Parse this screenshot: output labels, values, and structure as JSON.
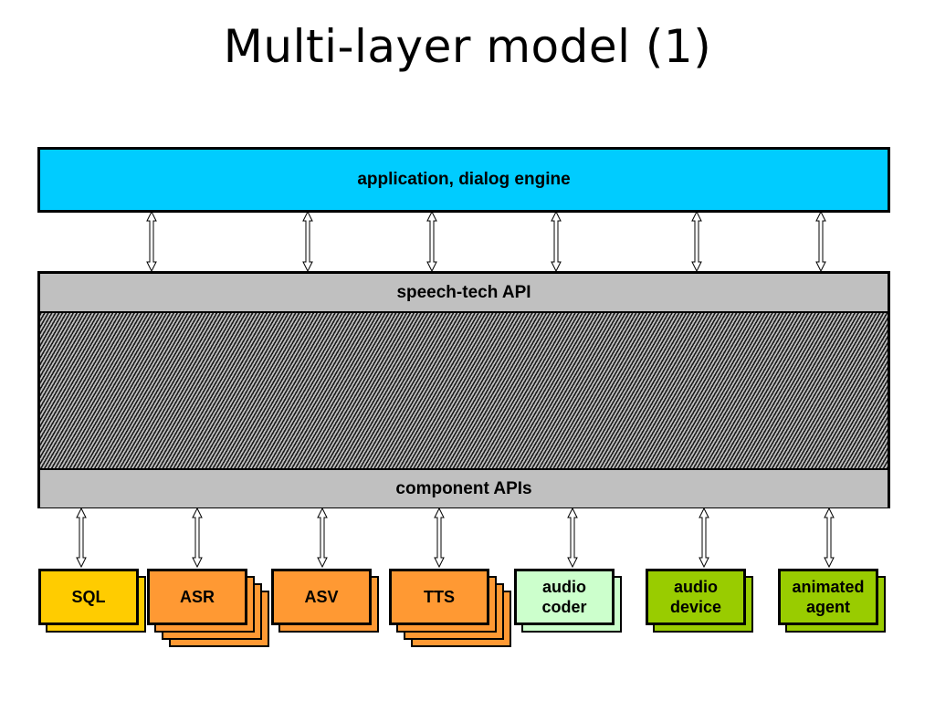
{
  "title": "Multi-layer model (1)",
  "layers": {
    "application": {
      "label": "application, dialog engine",
      "color": "#00ccff"
    },
    "speech_api": {
      "label": "speech-tech API",
      "color": "#c0c0c0"
    },
    "component_apis": {
      "label": "component APIs",
      "color": "#c0c0c0"
    }
  },
  "components": [
    {
      "label": "SQL",
      "color": "#ffcc00",
      "stacked": false
    },
    {
      "label": "ASR",
      "color": "#ff9933",
      "stacked": true
    },
    {
      "label": "ASV",
      "color": "#ff9933",
      "stacked": false
    },
    {
      "label": "TTS",
      "color": "#ff9933",
      "stacked": true
    },
    {
      "label": "audio\ncoder",
      "color": "#ccffcc",
      "stacked": false
    },
    {
      "label": "audio\ndevice",
      "color": "#99cc00",
      "stacked": false
    },
    {
      "label": "animated\nagent",
      "color": "#99cc00",
      "stacked": false
    }
  ]
}
